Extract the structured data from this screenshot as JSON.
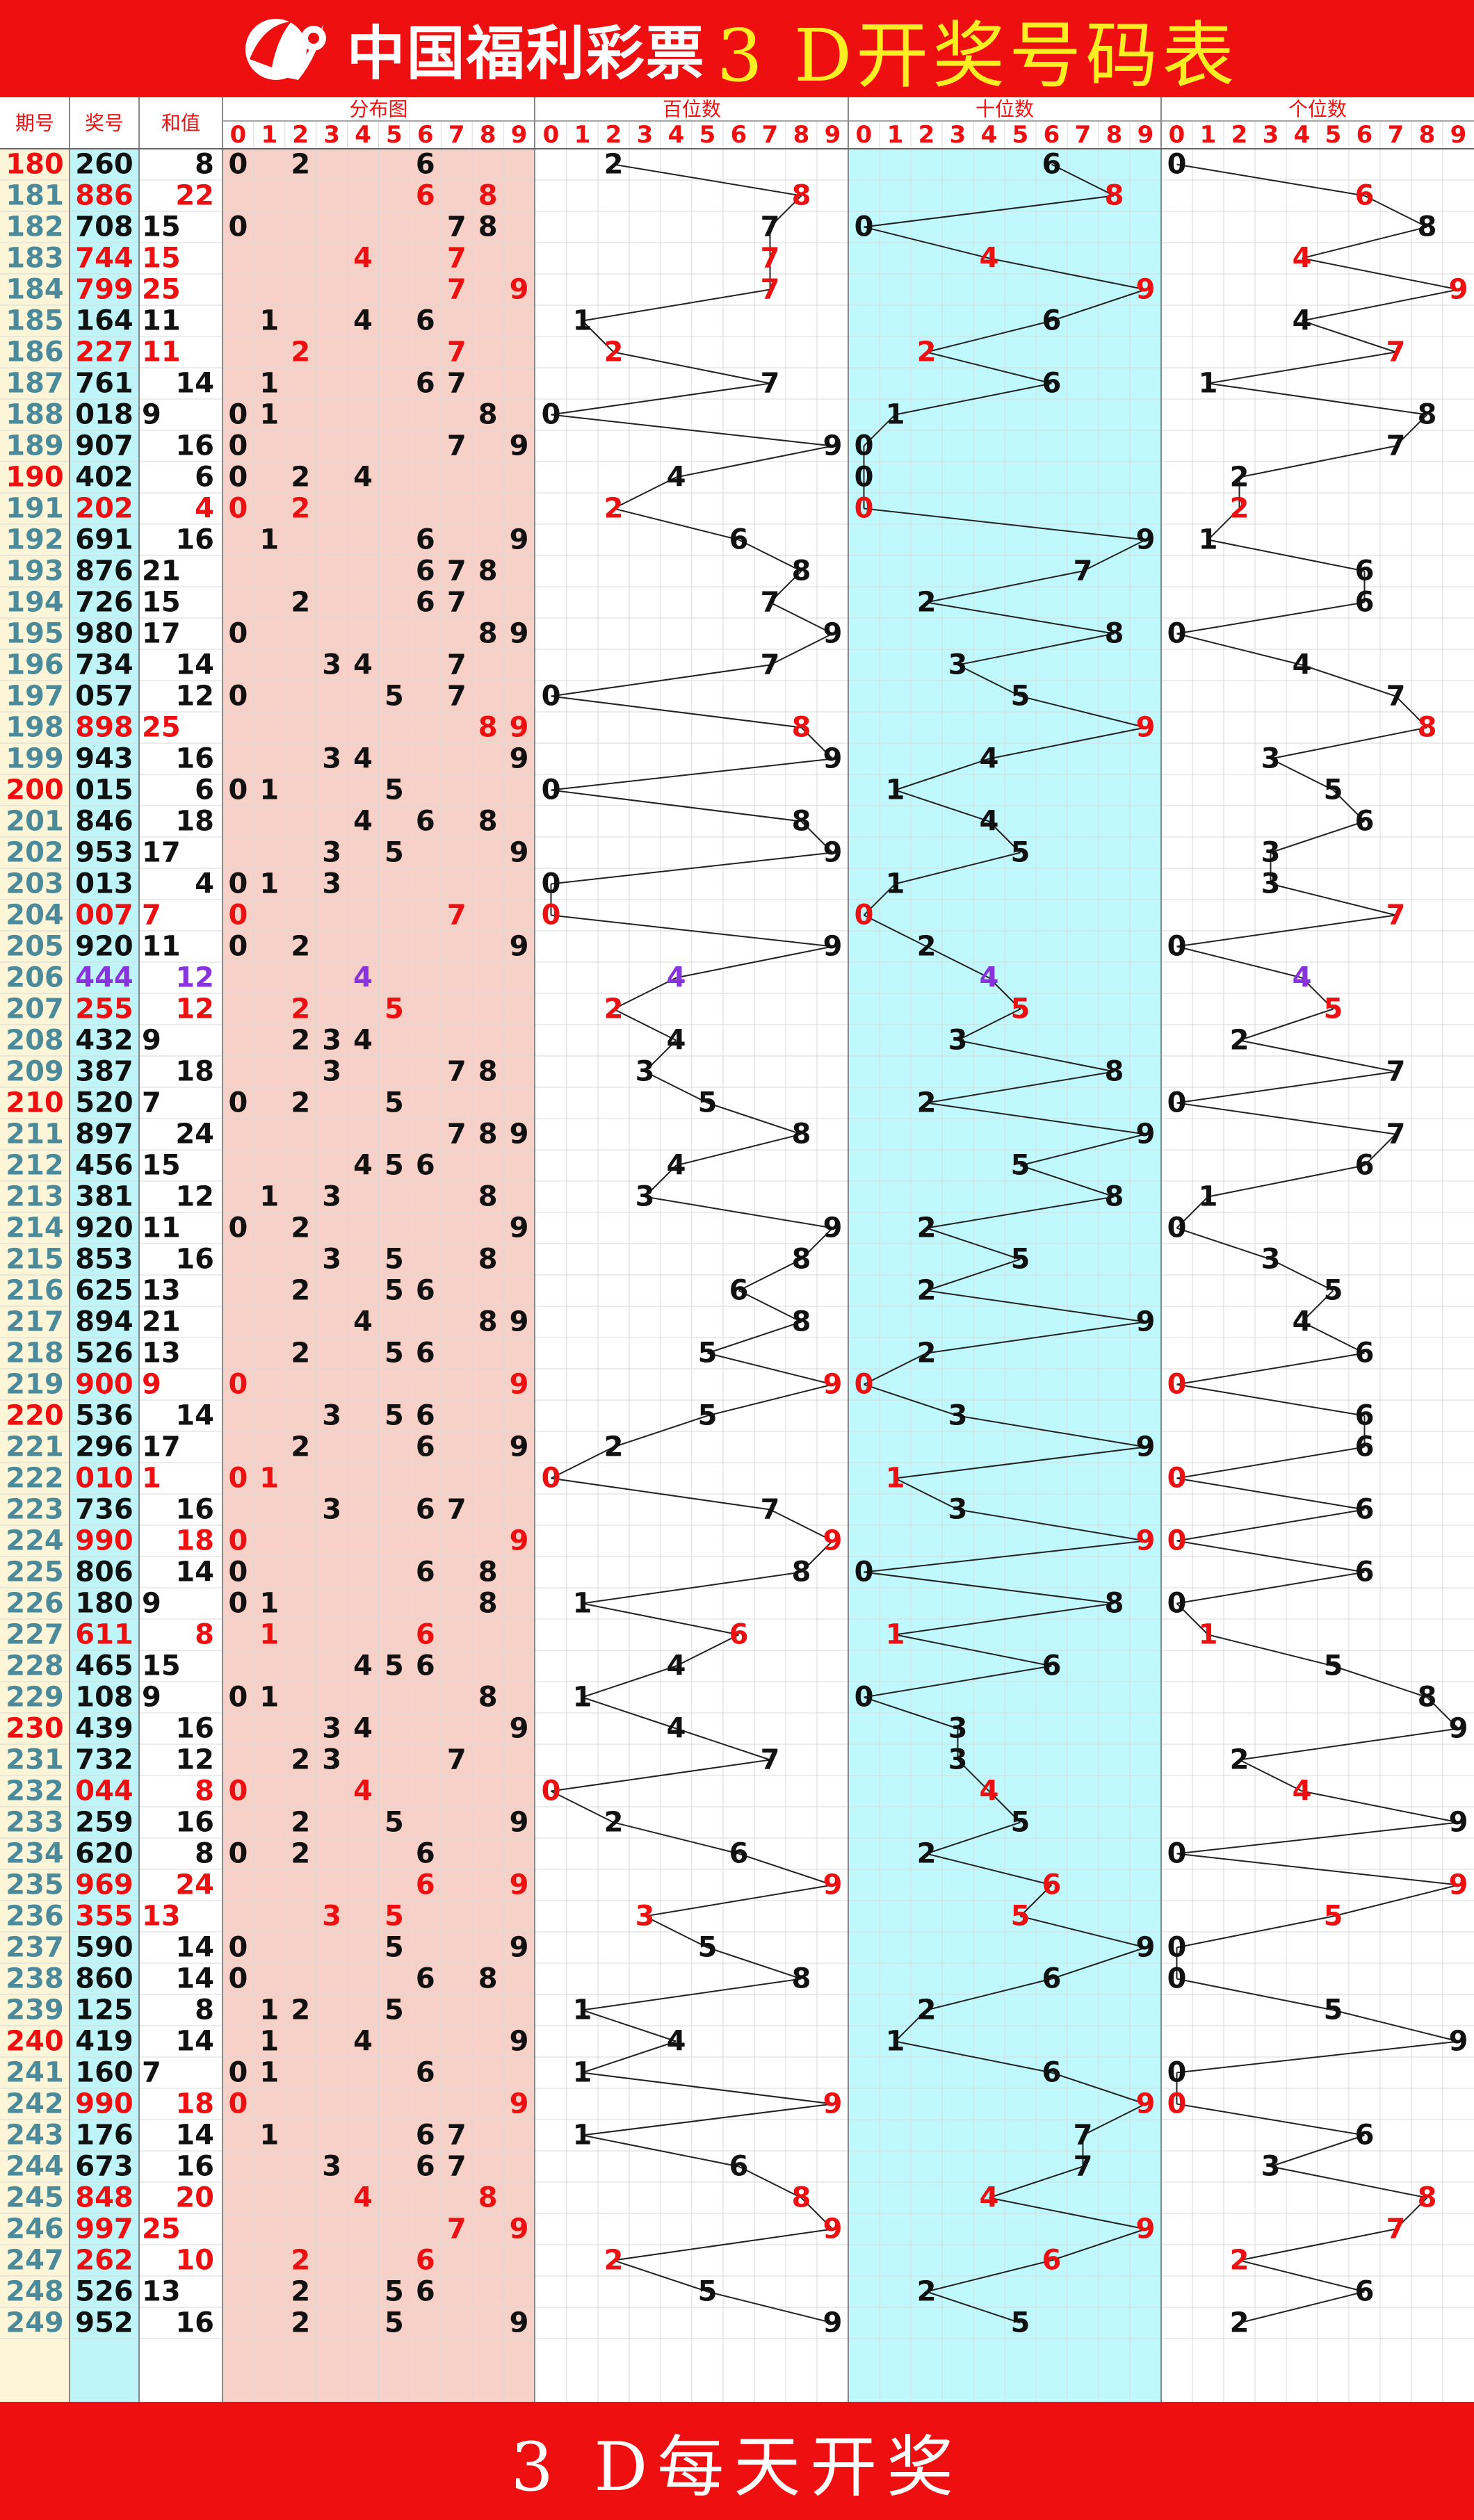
{
  "header": {
    "brand": "中国福利彩票",
    "title": "3 D开奖号码表"
  },
  "footer": {
    "text": "3 D每天开奖"
  },
  "columns": {
    "period": "期号",
    "number": "奖号",
    "sum": "和值",
    "distribution": "分布图",
    "hundreds": "百位数",
    "tens": "十位数",
    "units": "个位数"
  },
  "digits": [
    "0",
    "1",
    "2",
    "3",
    "4",
    "5",
    "6",
    "7",
    "8",
    "9"
  ],
  "colors": {
    "red": "#ee1010",
    "black": "#111111",
    "purple": "#8833dd",
    "teal": "#4a8a9a",
    "title_yellow": "#ffee22",
    "period_bg": "#fdf5d8",
    "number_bg": "#bff5f8",
    "distribution_bg": "#f7d0c8",
    "tens_bg": "#bff9fd",
    "grid": "#d9d9d9"
  },
  "chart_data": {
    "type": "table",
    "rows": [
      {
        "period": "180",
        "number": "260",
        "sum": "8"
      },
      {
        "period": "181",
        "number": "886",
        "sum": "22"
      },
      {
        "period": "182",
        "number": "708",
        "sum": "15"
      },
      {
        "period": "183",
        "number": "744",
        "sum": "15"
      },
      {
        "period": "184",
        "number": "799",
        "sum": "25"
      },
      {
        "period": "185",
        "number": "164",
        "sum": "11"
      },
      {
        "period": "186",
        "number": "227",
        "sum": "11"
      },
      {
        "period": "187",
        "number": "761",
        "sum": "14"
      },
      {
        "period": "188",
        "number": "018",
        "sum": "9"
      },
      {
        "period": "189",
        "number": "907",
        "sum": "16"
      },
      {
        "period": "190",
        "number": "402",
        "sum": "6"
      },
      {
        "period": "191",
        "number": "202",
        "sum": "4"
      },
      {
        "period": "192",
        "number": "691",
        "sum": "16"
      },
      {
        "period": "193",
        "number": "876",
        "sum": "21"
      },
      {
        "period": "194",
        "number": "726",
        "sum": "15"
      },
      {
        "period": "195",
        "number": "980",
        "sum": "17"
      },
      {
        "period": "196",
        "number": "734",
        "sum": "14"
      },
      {
        "period": "197",
        "number": "057",
        "sum": "12"
      },
      {
        "period": "198",
        "number": "898",
        "sum": "25"
      },
      {
        "period": "199",
        "number": "943",
        "sum": "16"
      },
      {
        "period": "200",
        "number": "015",
        "sum": "6"
      },
      {
        "period": "201",
        "number": "846",
        "sum": "18"
      },
      {
        "period": "202",
        "number": "953",
        "sum": "17"
      },
      {
        "period": "203",
        "number": "013",
        "sum": "4"
      },
      {
        "period": "204",
        "number": "007",
        "sum": "7"
      },
      {
        "period": "205",
        "number": "920",
        "sum": "11"
      },
      {
        "period": "206",
        "number": "444",
        "sum": "12"
      },
      {
        "period": "207",
        "number": "255",
        "sum": "12"
      },
      {
        "period": "208",
        "number": "432",
        "sum": "9"
      },
      {
        "period": "209",
        "number": "387",
        "sum": "18"
      },
      {
        "period": "210",
        "number": "520",
        "sum": "7"
      },
      {
        "period": "211",
        "number": "897",
        "sum": "24"
      },
      {
        "period": "212",
        "number": "456",
        "sum": "15"
      },
      {
        "period": "213",
        "number": "381",
        "sum": "12"
      },
      {
        "period": "214",
        "number": "920",
        "sum": "11"
      },
      {
        "period": "215",
        "number": "853",
        "sum": "16"
      },
      {
        "period": "216",
        "number": "625",
        "sum": "13"
      },
      {
        "period": "217",
        "number": "894",
        "sum": "21"
      },
      {
        "period": "218",
        "number": "526",
        "sum": "13"
      },
      {
        "period": "219",
        "number": "900",
        "sum": "9"
      },
      {
        "period": "220",
        "number": "536",
        "sum": "14"
      },
      {
        "period": "221",
        "number": "296",
        "sum": "17"
      },
      {
        "period": "222",
        "number": "010",
        "sum": "1"
      },
      {
        "period": "223",
        "number": "736",
        "sum": "16"
      },
      {
        "period": "224",
        "number": "990",
        "sum": "18"
      },
      {
        "period": "225",
        "number": "806",
        "sum": "14"
      },
      {
        "period": "226",
        "number": "180",
        "sum": "9"
      },
      {
        "period": "227",
        "number": "611",
        "sum": "8"
      },
      {
        "period": "228",
        "number": "465",
        "sum": "15"
      },
      {
        "period": "229",
        "number": "108",
        "sum": "9"
      },
      {
        "period": "230",
        "number": "439",
        "sum": "16"
      },
      {
        "period": "231",
        "number": "732",
        "sum": "12"
      },
      {
        "period": "232",
        "number": "044",
        "sum": "8"
      },
      {
        "period": "233",
        "number": "259",
        "sum": "16"
      },
      {
        "period": "234",
        "number": "620",
        "sum": "8"
      },
      {
        "period": "235",
        "number": "969",
        "sum": "24"
      },
      {
        "period": "236",
        "number": "355",
        "sum": "13"
      },
      {
        "period": "237",
        "number": "590",
        "sum": "14"
      },
      {
        "period": "238",
        "number": "860",
        "sum": "14"
      },
      {
        "period": "239",
        "number": "125",
        "sum": "8"
      },
      {
        "period": "240",
        "number": "419",
        "sum": "14"
      },
      {
        "period": "241",
        "number": "160",
        "sum": "7"
      },
      {
        "period": "242",
        "number": "990",
        "sum": "18"
      },
      {
        "period": "243",
        "number": "176",
        "sum": "14"
      },
      {
        "period": "244",
        "number": "673",
        "sum": "16"
      },
      {
        "period": "245",
        "number": "848",
        "sum": "20"
      },
      {
        "period": "246",
        "number": "997",
        "sum": "25"
      },
      {
        "period": "247",
        "number": "262",
        "sum": "10"
      },
      {
        "period": "248",
        "number": "526",
        "sum": "13"
      },
      {
        "period": "249",
        "number": "952",
        "sum": "16"
      }
    ]
  }
}
